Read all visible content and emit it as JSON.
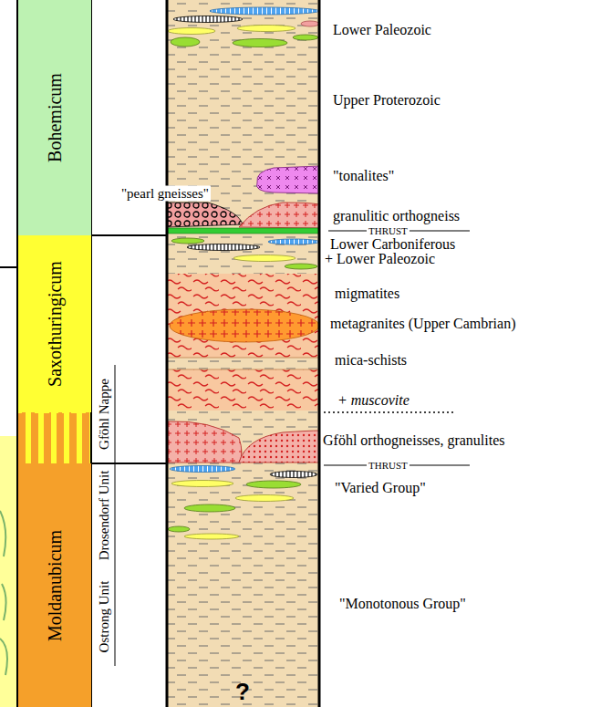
{
  "diagram": {
    "nodes": [
      {
        "text": [
          "Bohemicum"
        ]
      },
      {
        "text": [
          "Saxothuringicum"
        ]
      },
      {
        "text": [
          "Moldanubicum"
        ]
      },
      {
        "text": [
          "\"pearl gneisses\""
        ]
      },
      {
        "text": [
          "Gföhl Nappe"
        ]
      },
      {
        "text": [
          "Drosendorf Unit"
        ]
      },
      {
        "text": [
          "Ostrong Unit"
        ]
      }
    ],
    "labels": [
      "Lower Paleozoic",
      "Upper Proterozoic",
      "\"tonalites\"",
      "granulitic orthogneiss",
      "THRUST",
      "Lower Carboniferous",
      "+ Lower Paleozoic",
      "migmatites",
      "metagranites (Upper Cambrian)",
      "mica-schists",
      "+ muscovite",
      "Gföhl orthogneisses, granulites",
      "THRUST",
      "\"Varied Group\"",
      "\"Monotonous Group\"",
      "?"
    ]
  }
}
